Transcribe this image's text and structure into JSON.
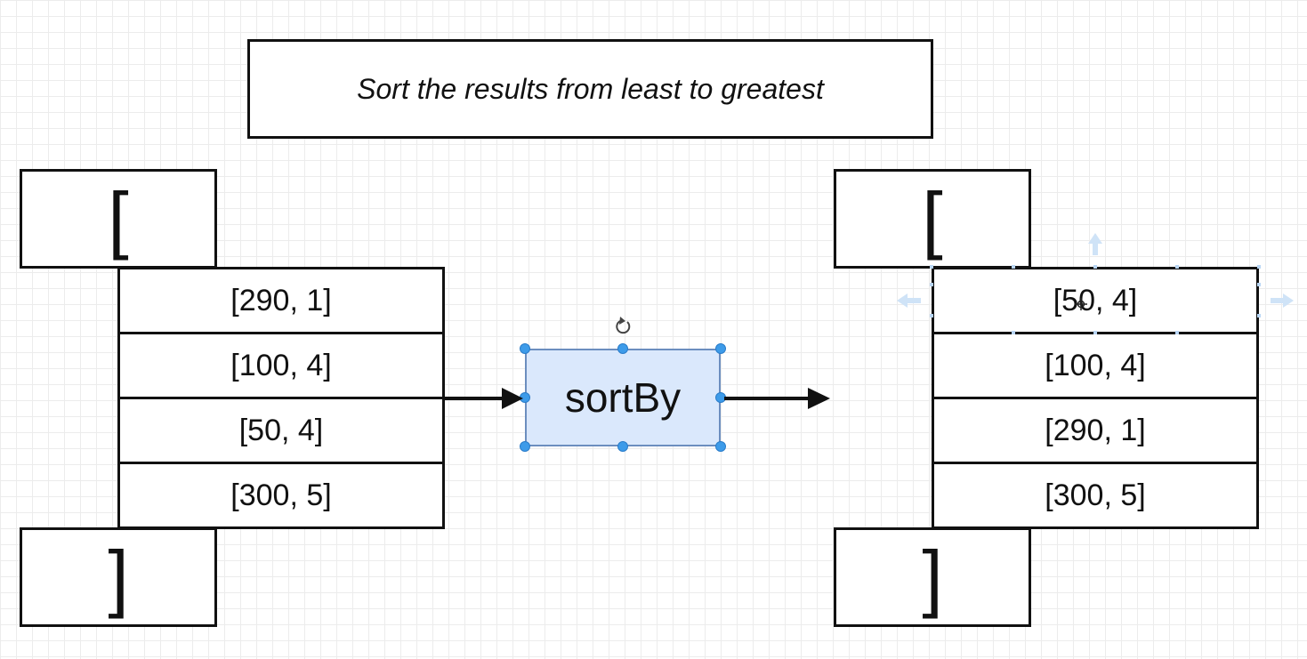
{
  "title": "Sort the results from least to greatest",
  "left_array": {
    "open": "[",
    "close": "]",
    "rows": [
      "[290, 1]",
      "[100, 4]",
      "[50, 4]",
      "[300, 5]"
    ]
  },
  "function_box": {
    "label": "sortBy"
  },
  "right_array": {
    "open": "[",
    "close": "]",
    "rows": [
      "[50, 4]",
      "[100, 4]",
      "[290, 1]",
      "[300, 5]"
    ]
  },
  "colors": {
    "selection_fill": "#dae8fc",
    "selection_stroke": "#6c8ebf",
    "handle": "#3d9be9"
  }
}
